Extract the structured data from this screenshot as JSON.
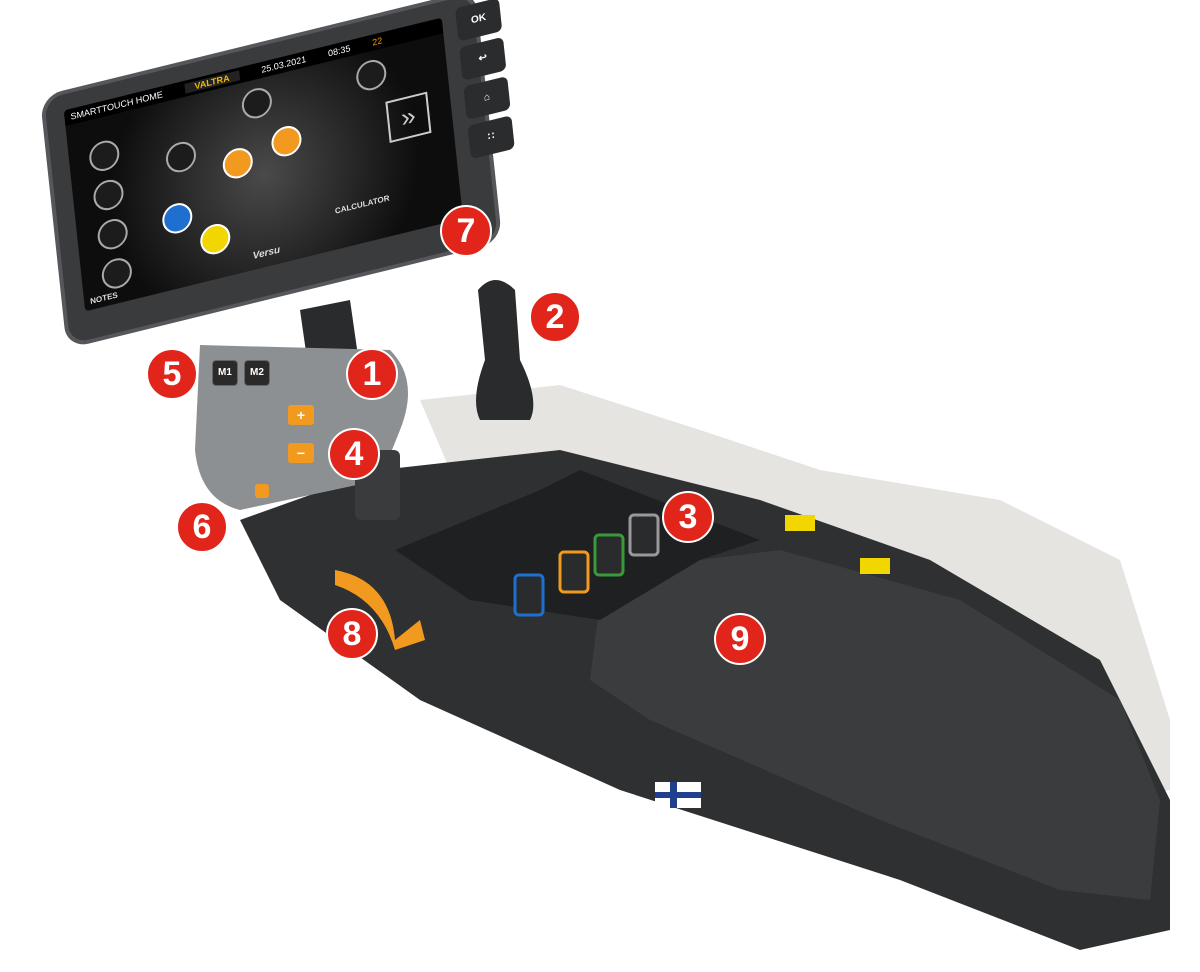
{
  "screen": {
    "title": "SMARTTOUCH HOME",
    "brand": "VALTRA",
    "date": "25.03.2021",
    "time": "08:35",
    "counter": "22",
    "calculator_label": "CALCULATOR",
    "mode_label": "Versu",
    "notes_label": "NOTES"
  },
  "side_buttons": {
    "ok": "OK"
  },
  "grip": {
    "m1": "M1",
    "m2": "M2",
    "plus": "+",
    "minus": "−"
  },
  "callouts": [
    "1",
    "2",
    "3",
    "4",
    "5",
    "6",
    "7",
    "8",
    "9"
  ],
  "colors": {
    "callout": "#e1251b",
    "accent_orange": "#f29a1f",
    "accent_yellow": "#f2d600",
    "body_dark": "#2f3032",
    "body_light": "#e8e6e2"
  }
}
